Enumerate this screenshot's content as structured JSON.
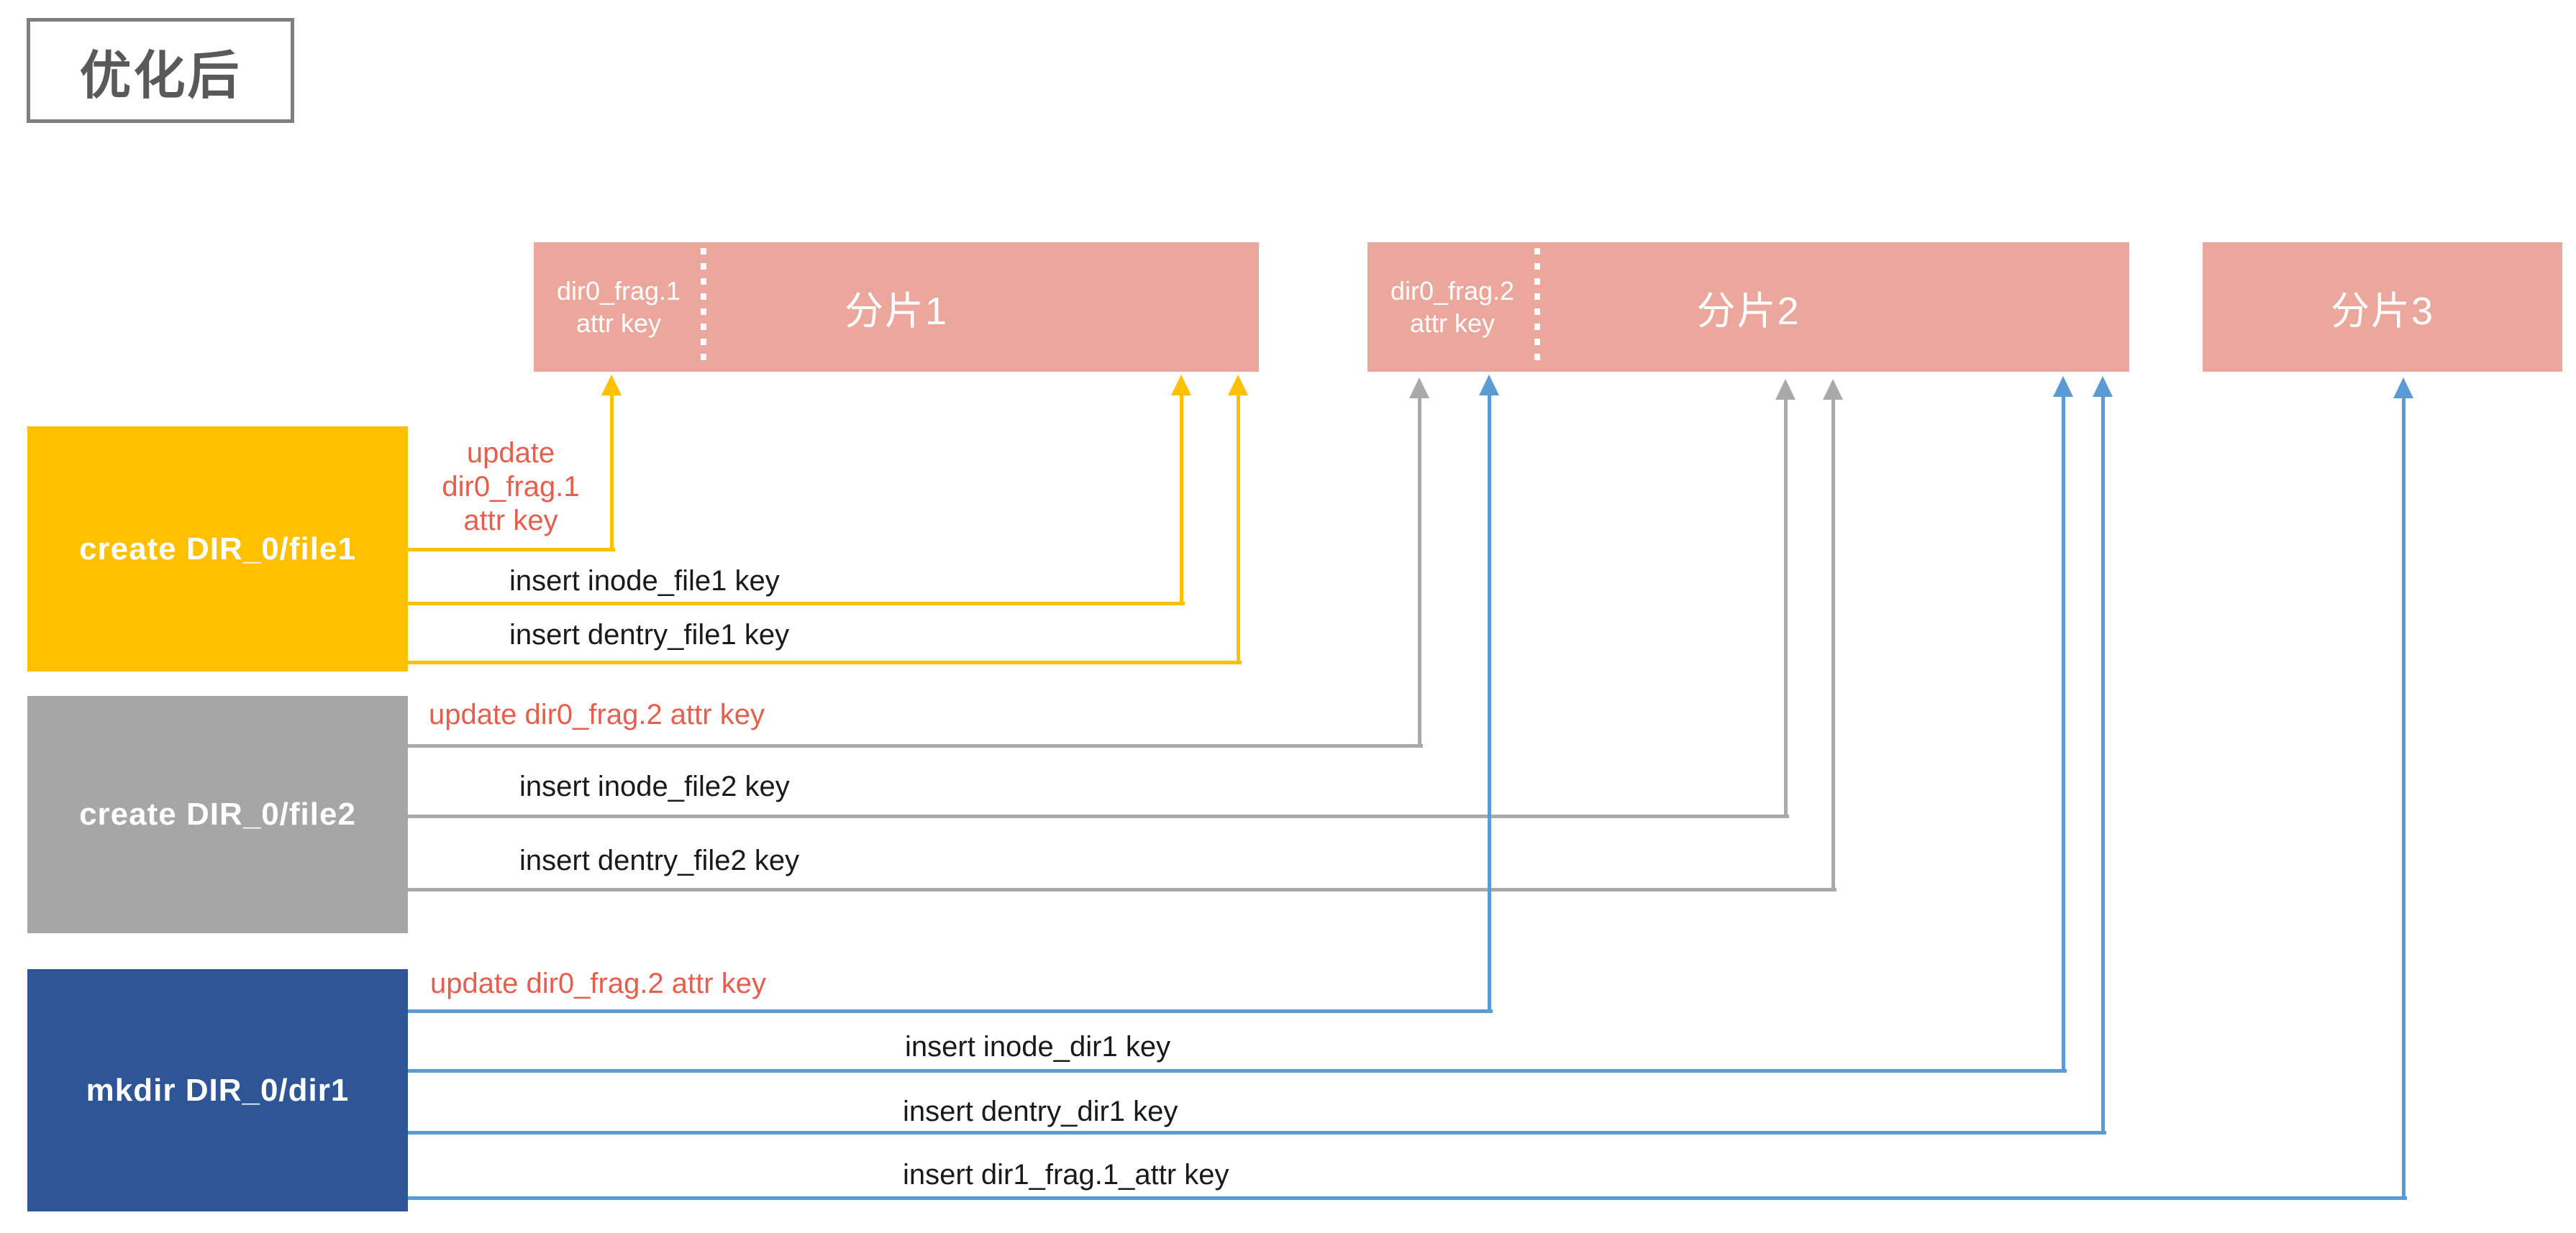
{
  "title": {
    "text": "优化后"
  },
  "colors": {
    "fragment_fill": "#ECA79D",
    "yellow": "#FFC000",
    "gray": "#A6A6A6",
    "blue": "#2E5596",
    "arrow_blue": "#5B9BD5",
    "arrow_gray": "#A9A9A9",
    "red_text": "#E65F4E"
  },
  "fragments": [
    {
      "name": "分片1",
      "attr_key_lines": [
        "dir0_frag.1",
        "attr key"
      ]
    },
    {
      "name": "分片2",
      "attr_key_lines": [
        "dir0_frag.2",
        "attr key"
      ]
    },
    {
      "name": "分片3"
    }
  ],
  "operations": [
    {
      "label": "create DIR_0/file1",
      "actions": [
        {
          "kind": "update",
          "lines": [
            "update",
            "dir0_frag.1",
            "attr key"
          ]
        },
        {
          "kind": "insert",
          "text": "insert inode_file1 key"
        },
        {
          "kind": "insert",
          "text": "insert dentry_file1 key"
        }
      ]
    },
    {
      "label": "create DIR_0/file2",
      "actions": [
        {
          "kind": "update",
          "text": "update dir0_frag.2 attr key"
        },
        {
          "kind": "insert",
          "text": "insert inode_file2 key"
        },
        {
          "kind": "insert",
          "text": "insert dentry_file2 key"
        }
      ]
    },
    {
      "label": "mkdir DIR_0/dir1",
      "actions": [
        {
          "kind": "update",
          "text": "update dir0_frag.2 attr key"
        },
        {
          "kind": "insert",
          "text": "insert inode_dir1 key"
        },
        {
          "kind": "insert",
          "text": "insert dentry_dir1 key"
        },
        {
          "kind": "insert",
          "text": "insert dir1_frag.1_attr key"
        }
      ]
    }
  ]
}
